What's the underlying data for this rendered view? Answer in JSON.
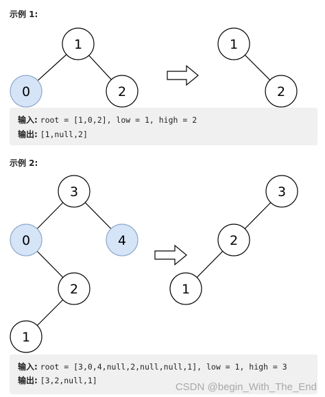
{
  "example1": {
    "heading": "示例 1:",
    "input_label": "输入:",
    "input_code": "root = [1,0,2], low = 1, high = 2",
    "output_label": "输出:",
    "output_code": "[1,null,2]",
    "before_nodes": [
      "1",
      "0",
      "2"
    ],
    "after_nodes": [
      "1",
      "2"
    ]
  },
  "example2": {
    "heading": "示例 2:",
    "input_label": "输入:",
    "input_code": "root = [3,0,4,null,2,null,null,1], low = 1, high = 3",
    "output_label": "输出:",
    "output_code": "[3,2,null,1]",
    "before_nodes": [
      "3",
      "0",
      "4",
      "2",
      "1"
    ],
    "after_nodes": [
      "3",
      "2",
      "1"
    ]
  },
  "colors": {
    "removed_fill": "#d6e4f7",
    "removed_stroke": "#8aa6cc",
    "node_fill": "#ffffff",
    "node_stroke": "#000000",
    "code_background": "#f0f0f0"
  },
  "watermark": "CSDN @begin_With_The_End"
}
